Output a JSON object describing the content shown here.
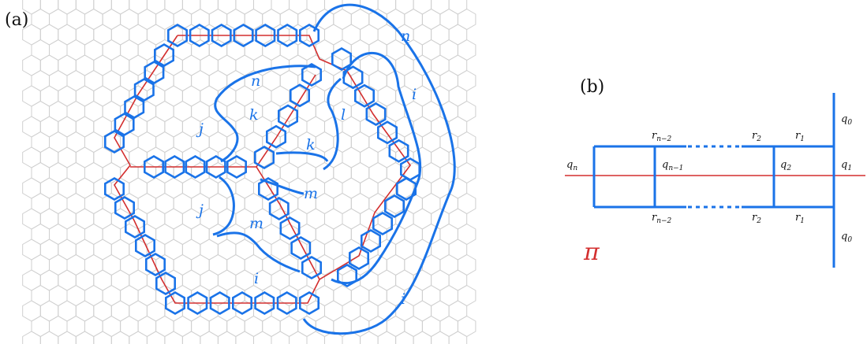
{
  "panels": {
    "a": {
      "label": "(a)"
    },
    "b": {
      "label": "(b)"
    }
  },
  "colors": {
    "lattice": "#cfcfcf",
    "blue": "#1a73e8",
    "red": "#d32f2f",
    "text": "#111111"
  },
  "panel_a": {
    "loop_labels": [
      "n",
      "i",
      "n",
      "k",
      "l",
      "j",
      "k",
      "j",
      "m",
      "m",
      "i",
      "i"
    ]
  },
  "panel_b": {
    "labels": {
      "q0_top": "q0",
      "q0_bottom": "q0",
      "q1": "q1",
      "q2": "q2",
      "qn1": "qn−1",
      "qn": "qn",
      "r1_top": "r1",
      "r2_top": "r2",
      "rn2_top": "rn−2",
      "r1_bottom": "r1",
      "r2_bottom": "r2",
      "rn2_bottom": "rn−2",
      "pi": "π"
    }
  }
}
